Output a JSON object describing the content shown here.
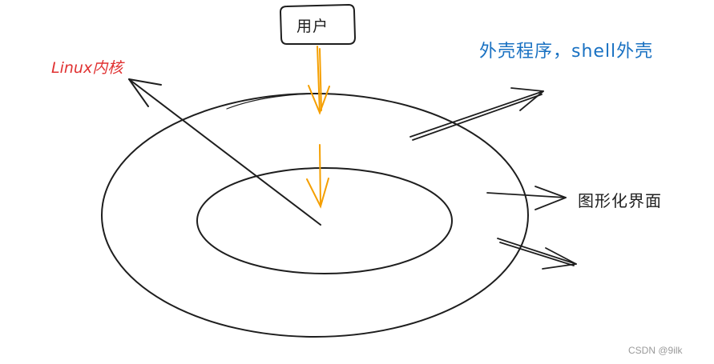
{
  "labels": {
    "user": "用户",
    "kernel": "Linux内核",
    "shell": "外壳程序，shell外壳",
    "gui": "图形化界面"
  },
  "watermark": "CSDN @9ilk",
  "colors": {
    "stroke": "#1e1e1e",
    "user_arrow": "#f59f00",
    "kernel_text": "#e03131",
    "shell_text": "#1971c2"
  }
}
